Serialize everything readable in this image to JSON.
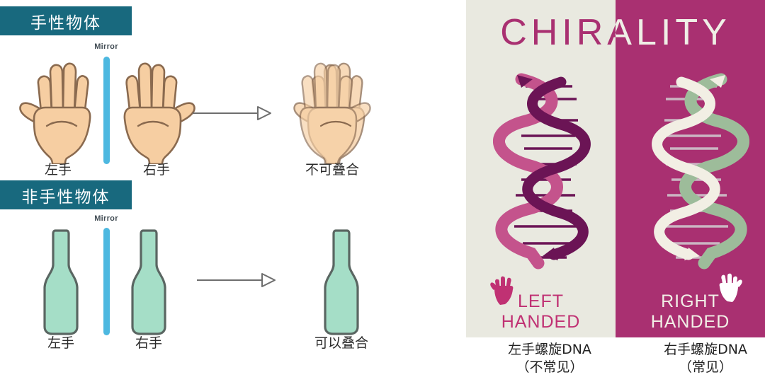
{
  "left_diagram": {
    "sections": [
      {
        "badge": "手性物体",
        "mirror_label": "Mirror",
        "left_object_caption": "左手",
        "right_object_caption": "右手",
        "result_caption": "不可叠合",
        "object_type": "hand",
        "object_color": "#F6CEA2",
        "object_outline": "#8A6A4F"
      },
      {
        "badge": "非手性物体",
        "mirror_label": "Mirror",
        "left_object_caption": "左手",
        "right_object_caption": "右手",
        "result_caption": "可以叠合",
        "object_type": "bottle",
        "object_color": "#A5DEC7",
        "object_outline": "#5A6662"
      }
    ],
    "badge_color": "#18697E",
    "badge_text_color": "#FFFFFF",
    "mirror_color": "#4DB8E0",
    "arrow_color": "#6E6E6E"
  },
  "poster": {
    "title": "CHIRALITY",
    "left_half": {
      "background": "#E9E9E0",
      "handed_label_line1": "LEFT",
      "handed_label_line2": "HANDED",
      "helix_strand_a_color": "#6B1455",
      "helix_strand_b_color": "#C4538C",
      "hand_color": "#C03173",
      "text_color": "#C03173"
    },
    "right_half": {
      "background": "#A93071",
      "handed_label_line1": "RIGHT",
      "handed_label_line2": "HANDED",
      "helix_strand_a_color": "#9DBC9A",
      "helix_strand_b_color": "#F2EFE4",
      "hand_color": "#FFFFFF",
      "text_color": "#F2EFE7"
    },
    "caption_left_line1": "左手螺旋DNA",
    "caption_left_line2": "（不常见）",
    "caption_right_line1": "右手螺旋DNA",
    "caption_right_line2": "（常见）"
  }
}
